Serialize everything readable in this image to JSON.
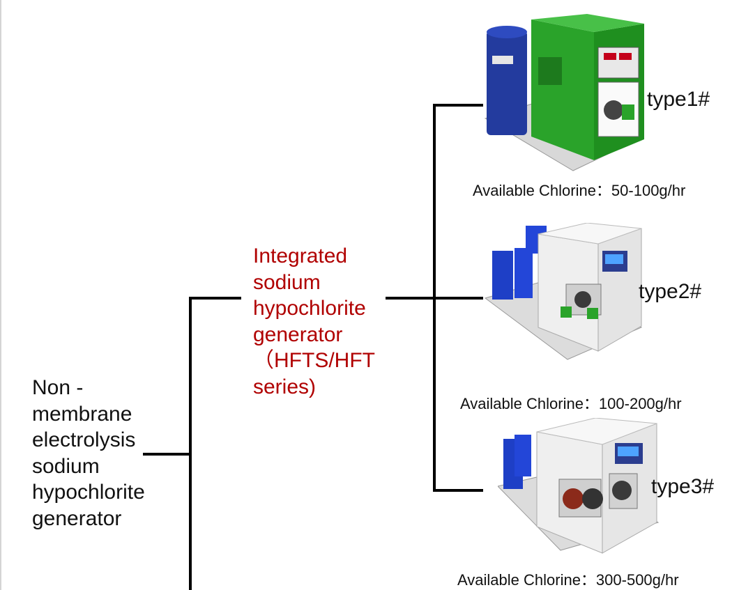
{
  "root": {
    "label": "Non - membrane electrolysis sodium hypochlorite generator"
  },
  "branch": {
    "label": "Integrated sodium hypochlorite generator\n（HFTS/HFT series)",
    "color": "#b00000"
  },
  "products": [
    {
      "type": "type1#",
      "chlorine": "Available Chlorine：50-100g/hr",
      "icon": "green-machine-photo",
      "body_color": "#2aa32a"
    },
    {
      "type": "type2#",
      "chlorine": "Available Chlorine：100-200g/hr",
      "icon": "white-machine-photo",
      "body_color": "#eeeeee"
    },
    {
      "type": "type3#",
      "chlorine": "Available Chlorine：300-500g/hr",
      "icon": "white-machine-photo",
      "body_color": "#f2f2f2"
    }
  ]
}
